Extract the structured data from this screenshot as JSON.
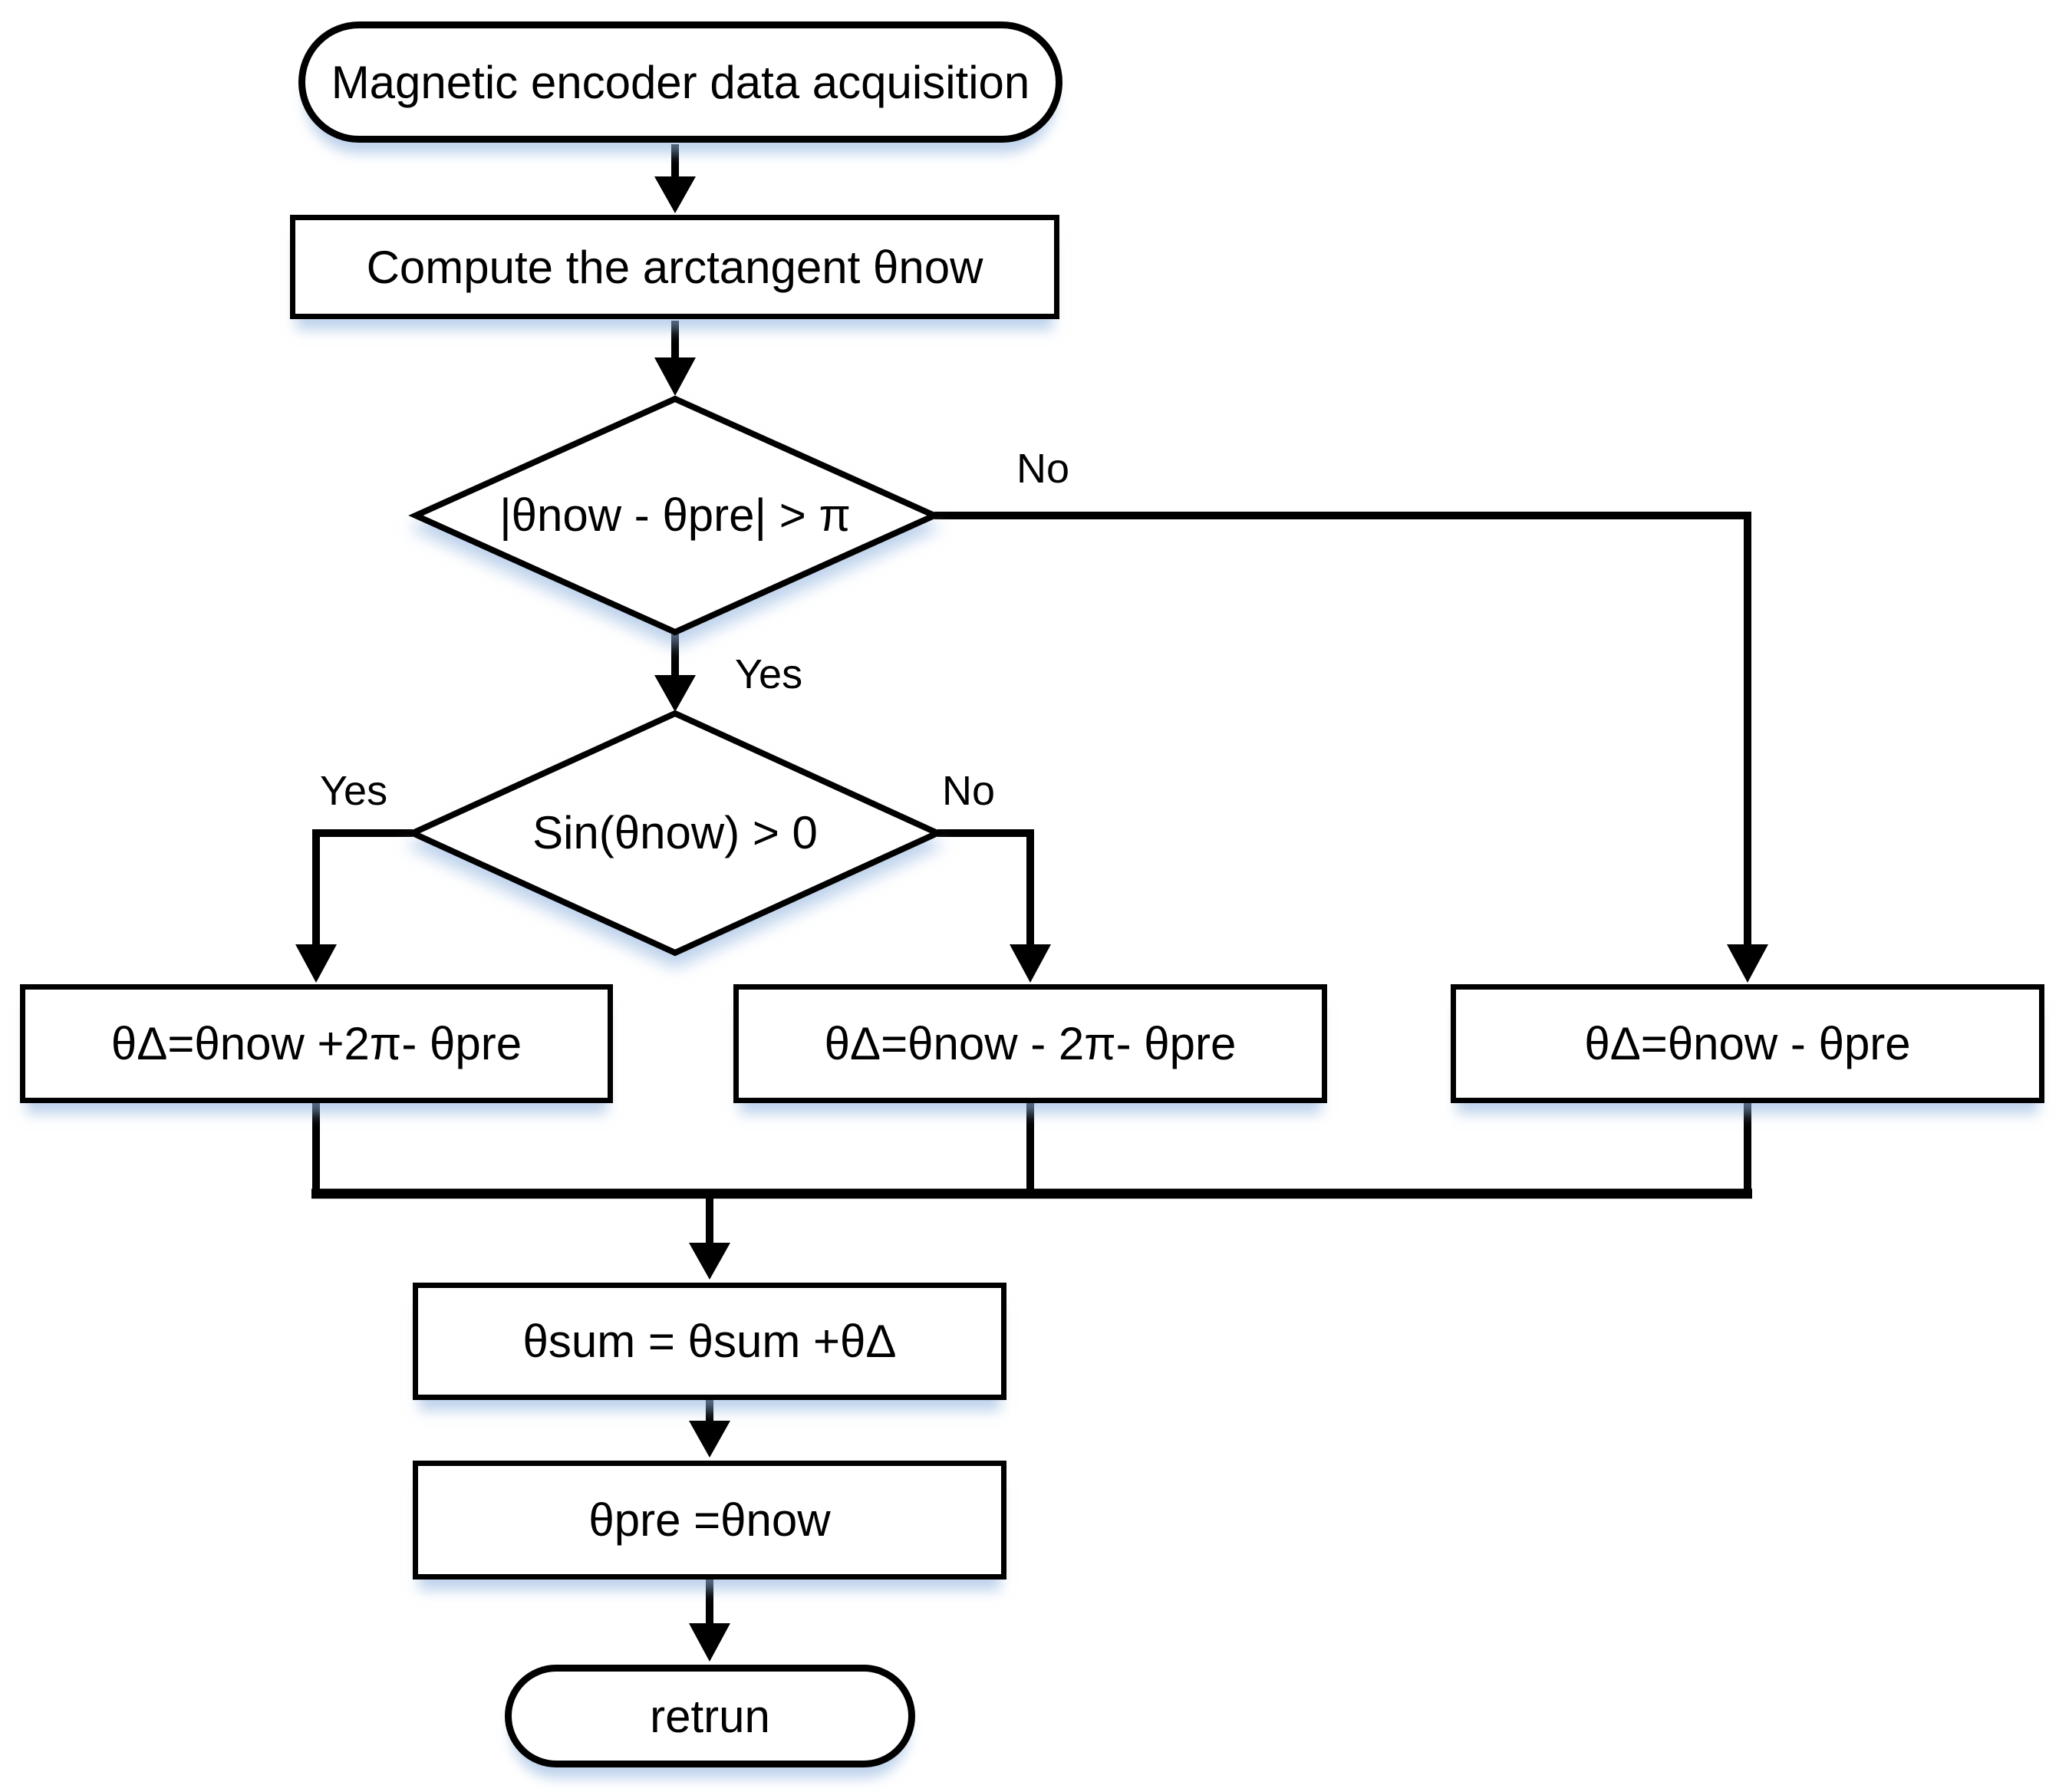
{
  "nodes": {
    "start": {
      "type": "terminator",
      "label": "Magnetic encoder data acquisition"
    },
    "compute": {
      "type": "process",
      "label": "Compute the arctangent θnow"
    },
    "wrap_check": {
      "type": "decision",
      "label": "|θnow - θpre| > π"
    },
    "sign_check": {
      "type": "decision",
      "label": "Sin(θnow) > 0"
    },
    "delta_plus": {
      "type": "process",
      "label": "θΔ=θnow +2π- θpre"
    },
    "delta_minus": {
      "type": "process",
      "label": "θΔ=θnow - 2π- θpre"
    },
    "delta_plain": {
      "type": "process",
      "label": "θΔ=θnow - θpre"
    },
    "accumulate": {
      "type": "process",
      "label": "θsum = θsum +θΔ"
    },
    "update_pre": {
      "type": "process",
      "label": "θpre =θnow"
    },
    "end": {
      "type": "terminator",
      "label": "retrun"
    }
  },
  "edge_labels": {
    "wrap_no": "No",
    "wrap_yes": "Yes",
    "sign_yes": "Yes",
    "sign_no": "No"
  },
  "colors": {
    "line": "#000000",
    "fill": "#ffffff",
    "shadow_tint": "#94b6df",
    "background": "#ffffff"
  }
}
